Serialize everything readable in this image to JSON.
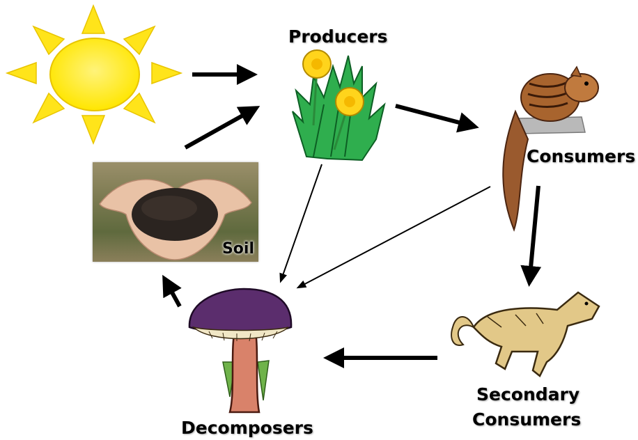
{
  "diagram": {
    "nodes": [
      {
        "id": "producers",
        "label": "Producers"
      },
      {
        "id": "consumers",
        "label": "Consumers"
      },
      {
        "id": "secondary_consumers",
        "label_line1": "Secondary",
        "label_line2": "Consumers"
      },
      {
        "id": "decomposers",
        "label": "Decomposers"
      },
      {
        "id": "soil",
        "label": "Soil"
      }
    ],
    "edges": [
      {
        "from": "sun",
        "to": "producers",
        "style": "thick"
      },
      {
        "from": "soil",
        "to": "producers",
        "style": "thick"
      },
      {
        "from": "producers",
        "to": "consumers",
        "style": "thick"
      },
      {
        "from": "consumers",
        "to": "secondary_consumers",
        "style": "thick"
      },
      {
        "from": "secondary_consumers",
        "to": "decomposers",
        "style": "thick"
      },
      {
        "from": "decomposers",
        "to": "soil",
        "style": "thick"
      },
      {
        "from": "producers",
        "to": "decomposers",
        "style": "thin"
      },
      {
        "from": "consumers",
        "to": "decomposers",
        "style": "thin"
      }
    ],
    "icons": [
      "sun-icon",
      "dandelion-icon",
      "chipmunk-icon",
      "wolf-icon",
      "mushroom-icon",
      "soil-hands-photo"
    ],
    "colors": {
      "sun": "#ffee00",
      "sun_rays": "#ffe000",
      "leaf": "#2aa84a",
      "flower": "#ffd21a",
      "mushroom_cap": "#5a2f6b",
      "wolf": "#e3c98a",
      "chipmunk": "#8a4a22"
    }
  }
}
